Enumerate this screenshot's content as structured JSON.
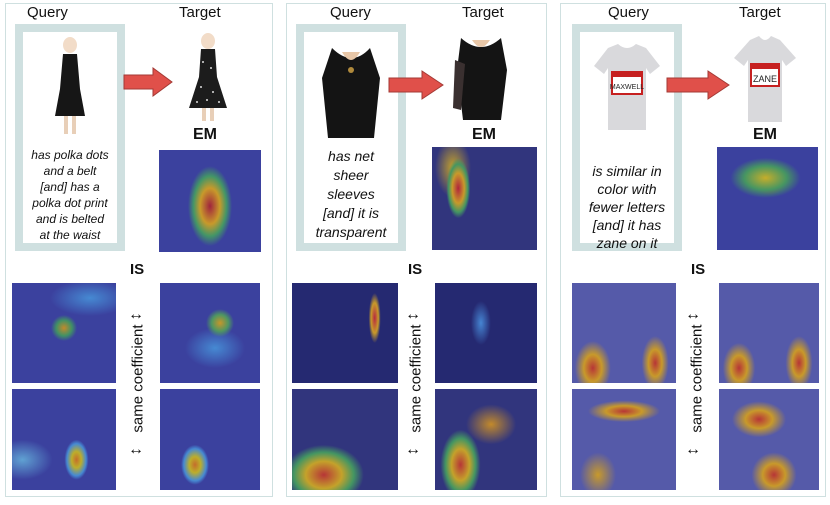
{
  "header": {
    "query": "Query",
    "target": "Target"
  },
  "labels": {
    "em": "EM",
    "is": "IS",
    "same_coefficient": "same coefficient",
    "double_arrow": "↔"
  },
  "panels": [
    {
      "caption_lines": [
        "has polka dots",
        "and a belt",
        "[and] has a",
        "polka dot print",
        "and is belted",
        "at the waist"
      ]
    },
    {
      "caption_lines": [
        "has net",
        "sheer",
        "sleeves",
        "[and] it is",
        "transparent"
      ]
    },
    {
      "caption_lines": [
        "is similar in",
        "color with",
        "fewer letters",
        "[and] it has",
        "zane on it"
      ]
    }
  ],
  "shirt_text": {
    "query": "MAXWELL",
    "target": "ZANE"
  },
  "colors": {
    "frame": "#cfe0e0",
    "arrow": "#e0504a",
    "arrow_edge": "#a33a35"
  }
}
